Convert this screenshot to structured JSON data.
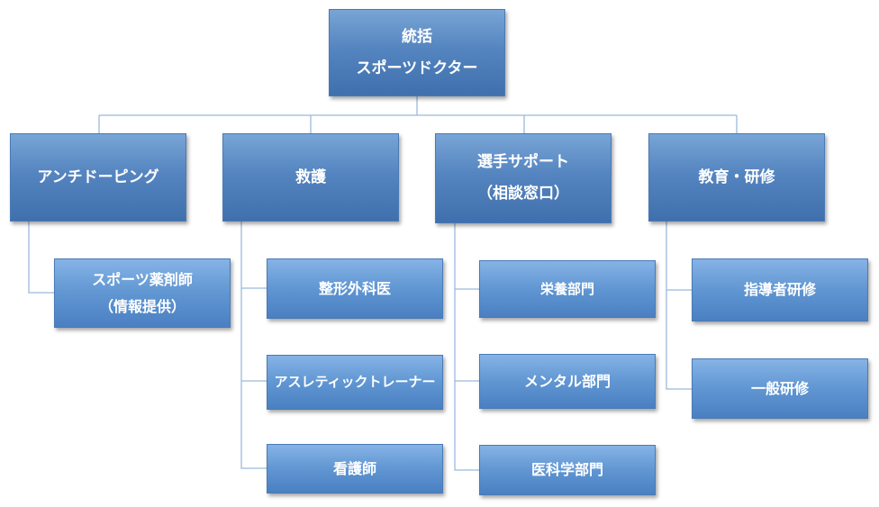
{
  "root": {
    "line1": "統括",
    "line2": "スポーツドクター"
  },
  "branches": {
    "anti_doping": {
      "label": "アンチドーピング",
      "child": {
        "line1": "スポーツ薬剤師",
        "line2": "（情報提供）"
      }
    },
    "rescue": {
      "label": "救護",
      "children": [
        "整形外科医",
        "アスレティックトレーナー",
        "看護師"
      ]
    },
    "athlete_support": {
      "line1": "選手サポート",
      "line2": "（相談窓口）",
      "children": [
        "栄養部門",
        "メンタル部門",
        "医科学部門"
      ]
    },
    "education": {
      "label": "教育・研修",
      "children": [
        "指導者研修",
        "一般研修"
      ]
    }
  },
  "colors": {
    "box_top": "#78a5d6",
    "box_bottom": "#3f70ad",
    "connector": "#9bb9dd"
  }
}
